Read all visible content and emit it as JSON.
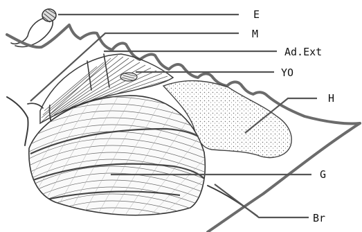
{
  "labels": {
    "E": "E",
    "M": "M",
    "AdExt": "Ad.Ext",
    "YO": "YO",
    "H": "H",
    "G": "G",
    "Br": "Br"
  }
}
